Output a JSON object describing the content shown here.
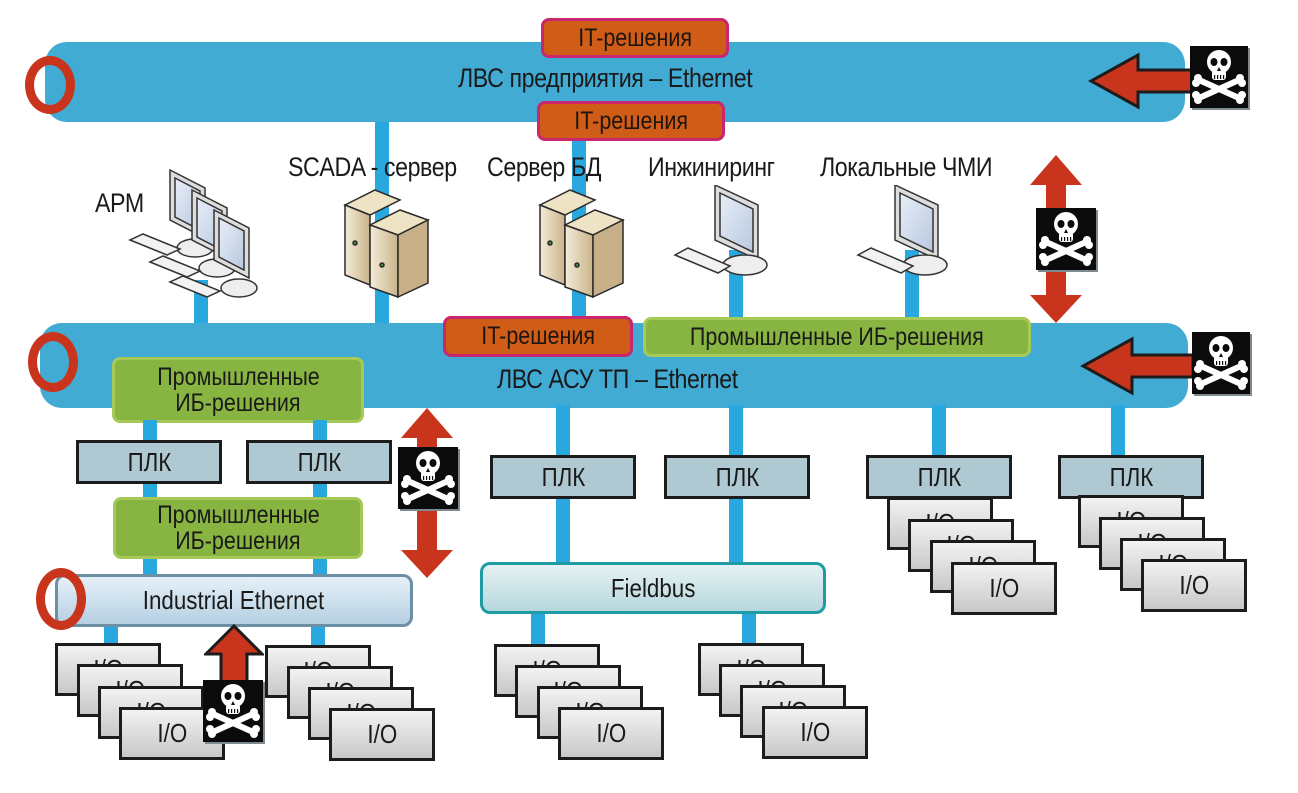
{
  "enterprise_lan": {
    "label": "ЛВС предприятия – Ethernet",
    "it_top": "IT-решения",
    "it_bottom": "IT-решения"
  },
  "devices": {
    "arm": "АРМ",
    "scada": "SCADA - сервер",
    "db": "Сервер БД",
    "engineering": "Инжиниринг",
    "local_hmi": "Локальные ЧМИ"
  },
  "acs_lan": {
    "label": "ЛВС АСУ ТП – Ethernet",
    "it": "IT-решения",
    "ib_wide": "Промышленные ИБ-решения",
    "ib_left_line1": "Промышленные",
    "ib_left_line2": "ИБ-решения"
  },
  "plc_label": "ПЛК",
  "io_label": "I/O",
  "ib_lower_line1": "Промышленные",
  "ib_lower_line2": "ИБ-решения",
  "industrial_ethernet": "Industrial Ethernet",
  "fieldbus": "Fieldbus",
  "threat_icon": "skull-crossbones-icon",
  "colors": {
    "bus": "#42abd3",
    "wire": "#29a8e0",
    "ring": "#c9341c",
    "it_fill": "#cf5d17",
    "it_border": "#c8266e",
    "ib_fill": "#88b441",
    "plc_fill": "#afc9d2",
    "arrow": "#c9341c"
  }
}
